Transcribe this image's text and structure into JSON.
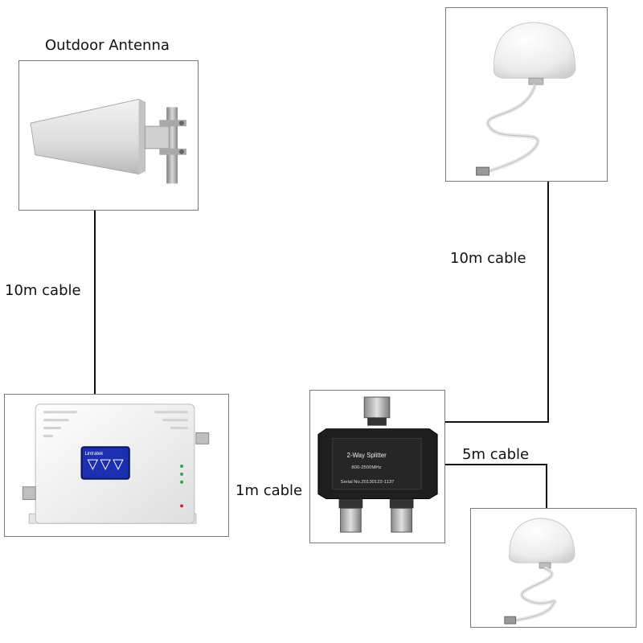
{
  "labels": {
    "outdoor_antenna": "Outdoor Antenna",
    "cable_outdoor": "10m cable",
    "cable_indoor_top": "10m cable",
    "cable_indoor_bottom": "5m cable",
    "cable_booster_splitter": "1m cable"
  },
  "booster": {
    "brand": "Lintratek"
  },
  "splitter": {
    "title": "2-Way Splitter",
    "freq": "800-2500MHz",
    "serial": "Serial No.20130122-1137"
  },
  "colors": {
    "wire": "#111111",
    "border": "#7a7a7a",
    "lcd": "#1b2fb0"
  }
}
